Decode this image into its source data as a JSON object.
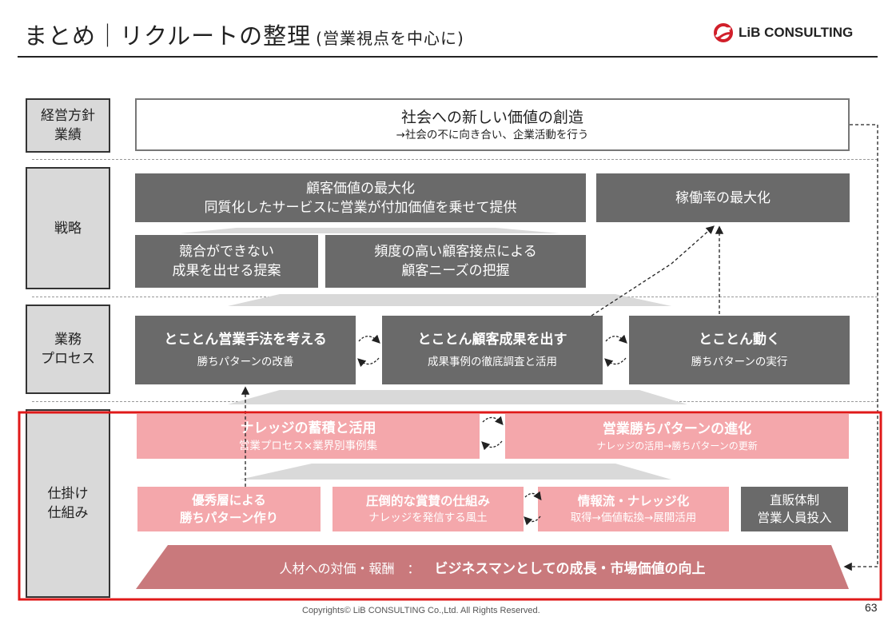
{
  "header": {
    "title": "まとめ｜リクルートの整理",
    "subtitle": "(営業視点を中心に)",
    "logo_text": "LiB CONSULTING",
    "logo_icon": "lib-swirl-icon"
  },
  "rows": {
    "vision_label": "経営方針\n業績",
    "strategy_label": "戦略",
    "process_label": "業務\nプロセス",
    "mechanism_label": "仕掛け\n仕組み"
  },
  "vision": {
    "title": "社会への新しい価値の創造",
    "sub": "→社会の不に向き合い、企業活動を行う"
  },
  "strategy": {
    "main_title": "顧客価値の最大化",
    "main_sub": "同質化したサービスに営業が付加価値を乗せて提供",
    "utilization": "稼働率の最大化",
    "proposal": "競合ができない\n成果を出せる提案",
    "contact": "頻度の高い顧客接点による\n顧客ニーズの把握"
  },
  "process": {
    "p1_title": "とことん営業手法を考える",
    "p1_sub": "勝ちパターンの改善",
    "p2_title": "とことん顧客成果を出す",
    "p2_sub": "成果事例の徹底調査と活用",
    "p3_title": "とことん動く",
    "p3_sub": "勝ちパターンの実行"
  },
  "mechanism": {
    "k_title": "ナレッジの蓄積と活用",
    "k_sub": "営業プロセス×業界別事例集",
    "w_title": "営業勝ちパターンの進化",
    "w_sub": "ナレッジの活用→勝ちパターンの更新",
    "m1": "優秀層による\n勝ちパターン作り",
    "m2_title": "圧倒的な賞賛の仕組み",
    "m2_sub": "ナレッジを発信する風土",
    "m3_title": "情報流・ナレッジ化",
    "m3_sub": "取得→価値転換→展開活用",
    "m4": "直販体制\n営業人員投入",
    "base_left": "人材への対価・報酬　：",
    "base_right": "ビジネスマンとしての成長・市場価値の向上"
  },
  "footer": {
    "copyright": "Copyrights© LiB CONSULTING Co.,Ltd.  All Rights Reserved.",
    "page": "63"
  },
  "colors": {
    "dark_box": "#6a6a6a",
    "pink_box": "#f4a7ab",
    "base": "#c9797c",
    "highlight": "#e01919"
  }
}
